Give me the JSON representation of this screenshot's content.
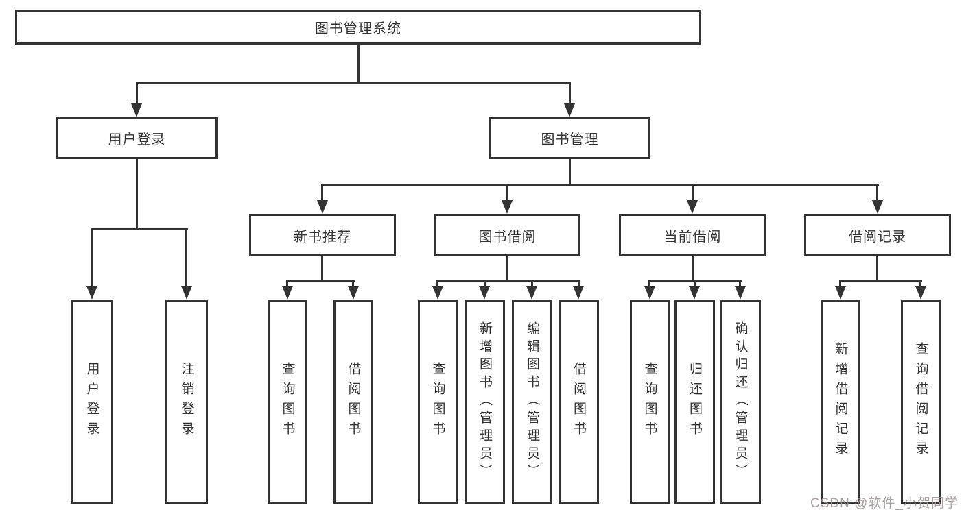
{
  "nodes": {
    "root": {
      "label": "图书管理系统"
    },
    "user_login": {
      "label": "用户登录"
    },
    "book_mgmt": {
      "label": "图书管理"
    },
    "new_book": {
      "label": "新书推荐"
    },
    "book_borrow": {
      "label": "图书借阅"
    },
    "current_borrow": {
      "label": "当前借阅"
    },
    "borrow_record": {
      "label": "借阅记录"
    },
    "leaf_user_login": {
      "label": "用户登录"
    },
    "leaf_logout": {
      "label": "注销登录"
    },
    "nb_query": {
      "label": "查询图书"
    },
    "nb_borrow": {
      "label": "借阅图书"
    },
    "bb_query": {
      "label": "查询图书"
    },
    "bb_add": {
      "label": "新增图书（管理员）"
    },
    "bb_edit": {
      "label": "编辑图书（管理员）"
    },
    "bb_borrow": {
      "label": "借阅图书"
    },
    "cb_query": {
      "label": "查询图书"
    },
    "cb_return": {
      "label": "归还图书"
    },
    "cb_confirm": {
      "label": "确认归还（管理员）"
    },
    "br_add": {
      "label": "新增借阅记录"
    },
    "br_query": {
      "label": "查询借阅记录"
    }
  },
  "watermark": {
    "text": "CSDN @软件_小贺同学"
  },
  "colors": {
    "line": "#333333",
    "box_fill": "#ffffff",
    "background": "#ffffff",
    "watermark": "#9e9494"
  }
}
